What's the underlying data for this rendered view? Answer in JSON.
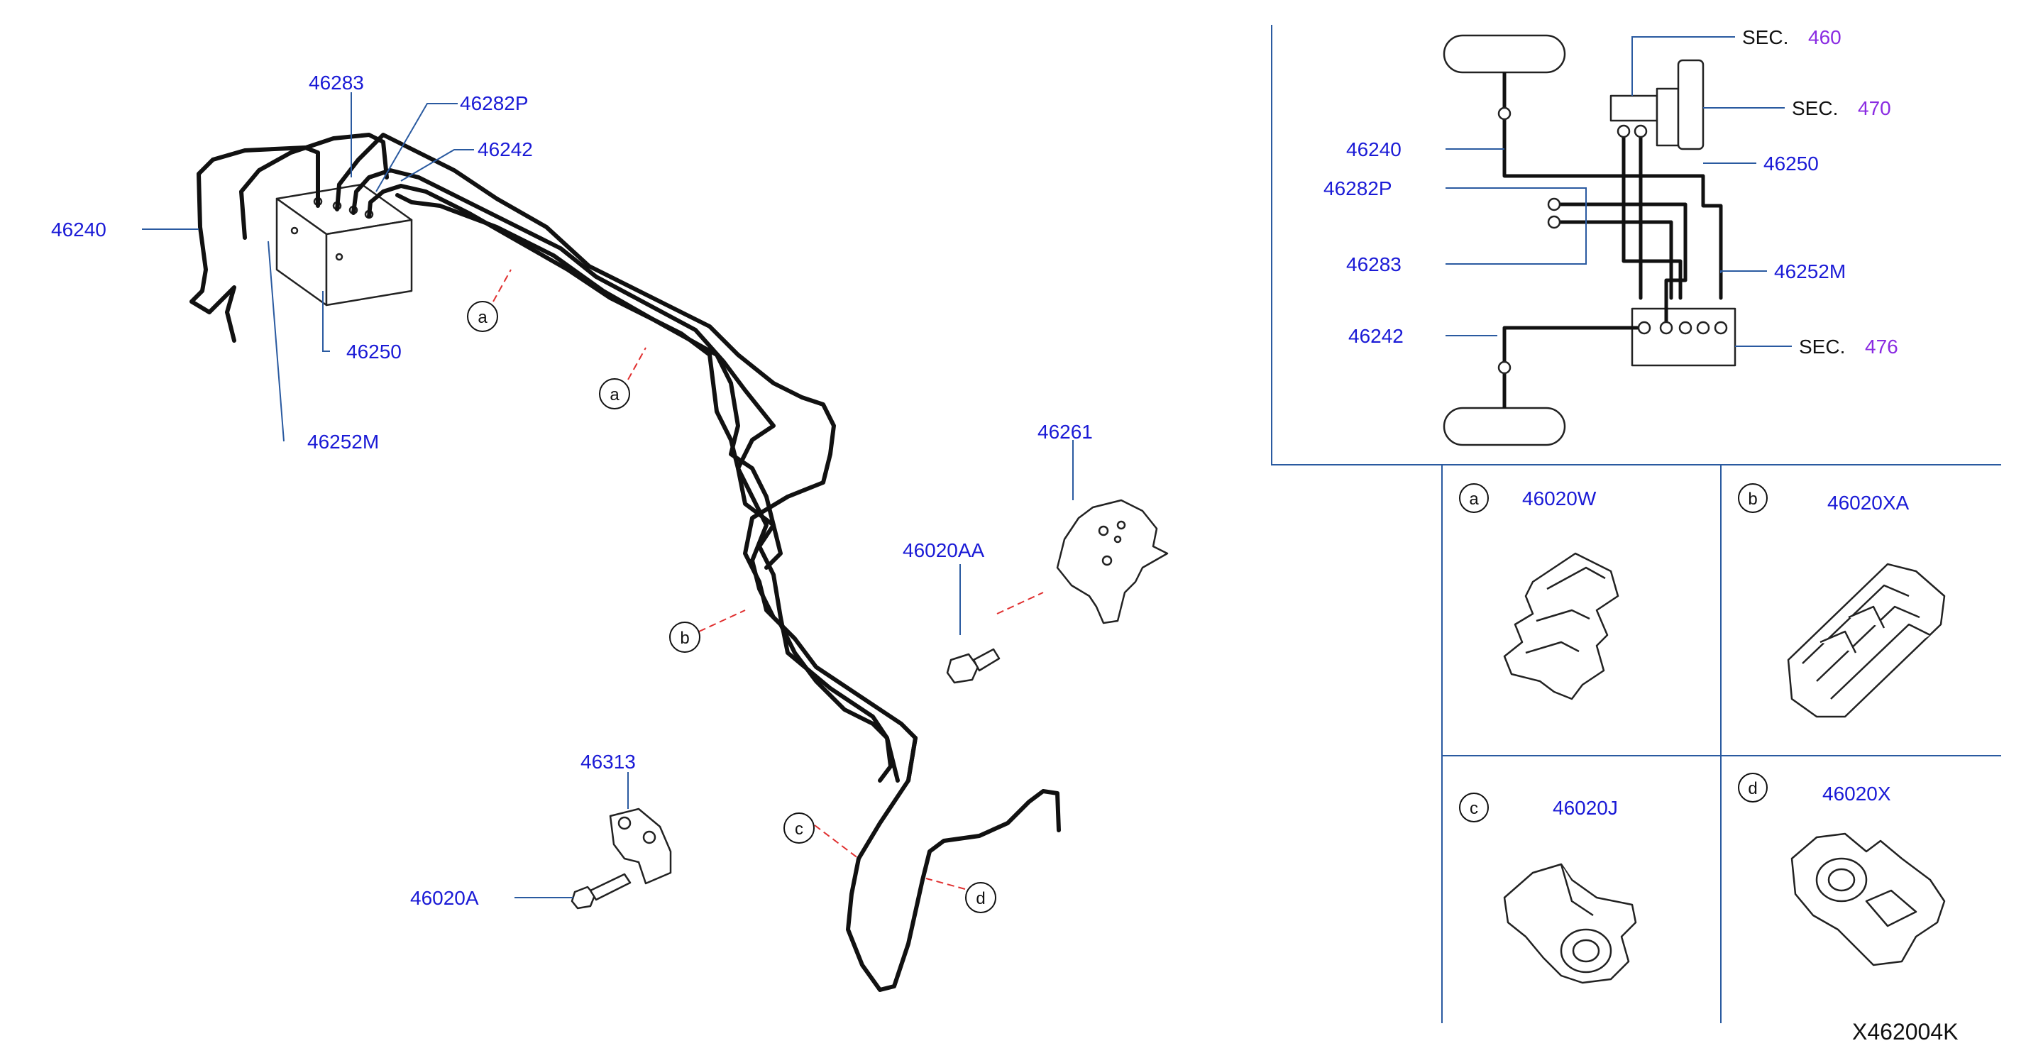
{
  "main_diagram": {
    "labels": {
      "p46283": "46283",
      "p46282P": "46282P",
      "p46242": "46242",
      "p46240": "46240",
      "p46250": "46250",
      "p46252M": "46252M",
      "p46261": "46261",
      "p46020AA": "46020AA",
      "p46313": "46313",
      "p46020A": "46020A"
    },
    "callouts": {
      "a": "a",
      "b": "b",
      "c": "c",
      "d": "d"
    }
  },
  "schematic": {
    "labels": {
      "p46240": "46240",
      "p46282P": "46282P",
      "p46283": "46283",
      "p46242": "46242",
      "p46250": "46250",
      "p46252M": "46252M"
    },
    "sec_refs": [
      {
        "prefix": "SEC.",
        "number": "460"
      },
      {
        "prefix": "SEC.",
        "number": "470"
      },
      {
        "prefix": "SEC.",
        "number": "476"
      }
    ]
  },
  "clip_panels": [
    {
      "callout": "a",
      "part": "46020W"
    },
    {
      "callout": "b",
      "part": "46020XA"
    },
    {
      "callout": "c",
      "part": "46020J"
    },
    {
      "callout": "d",
      "part": "46020X"
    }
  ],
  "diagram_code": "X462004K",
  "colors": {
    "part_number": "#1a1ad6",
    "sec_number": "#8a2be2",
    "leader_blue": "#2a5aa0",
    "leader_red": "#e03030"
  }
}
